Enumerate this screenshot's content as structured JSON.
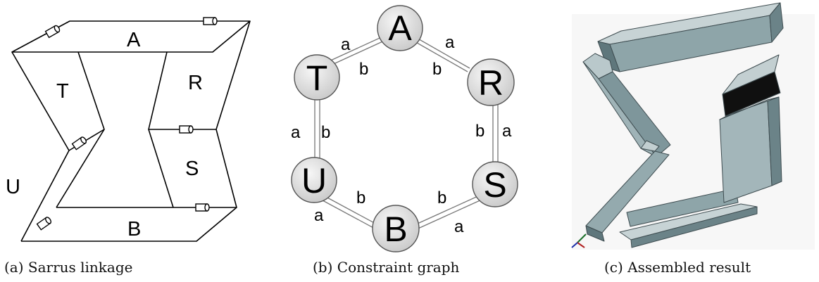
{
  "panel_a": {
    "labels": {
      "A": "A",
      "T": "T",
      "R": "R",
      "S": "S",
      "U": "U",
      "B": "B"
    },
    "caption": "(a) Sarrus linkage"
  },
  "panel_b": {
    "nodes": {
      "A": "A",
      "R": "R",
      "S": "S",
      "B": "B",
      "U": "U",
      "T": "T"
    },
    "edge_labels": {
      "ta_a": "a",
      "ta_b": "b",
      "ar_a": "a",
      "ar_b": "b",
      "tu_a": "a",
      "tu_b": "b",
      "rs_b": "b",
      "rs_a": "a",
      "ub_b": "b",
      "ub_a": "a",
      "bs_b": "b",
      "bs_a": "a"
    },
    "caption": "(b) Constraint graph"
  },
  "panel_c": {
    "caption": "(c) Assembled result"
  }
}
